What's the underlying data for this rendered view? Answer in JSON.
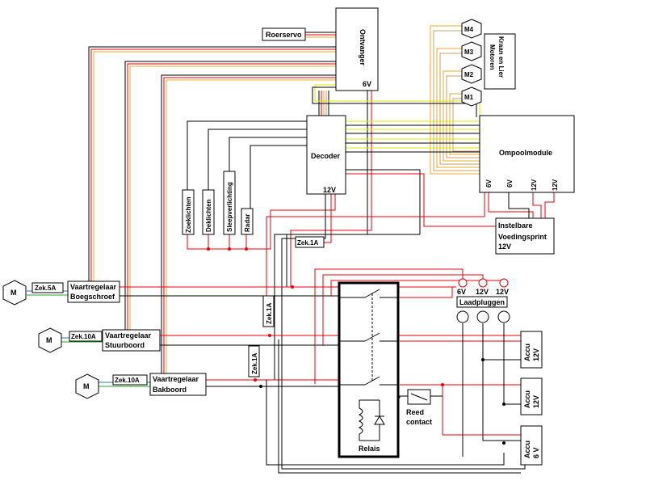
{
  "components": {
    "ontvanger": {
      "label": "Ontvanger",
      "voltage": "6V"
    },
    "roerservo": {
      "label": "Roerservo"
    },
    "decoder": {
      "label": "Decoder",
      "voltage": "12V"
    },
    "ompoolmodule": {
      "label": "Ompoolmodule",
      "outputs": [
        "6V",
        "6V",
        "12V",
        "12V"
      ]
    },
    "motors_top": [
      "M4",
      "M3",
      "M2",
      "M1"
    ],
    "kraan_label_1": "Kraan en Lier",
    "kraan_label_2": "Motoren",
    "voedingsprint": {
      "line1": "Instelbare",
      "line2": "Voedingsprint",
      "line3": "12V"
    },
    "lights": [
      "Zoeklichten",
      "Deklichten",
      "Sleepverlichting",
      "Radar"
    ],
    "fuses": {
      "decoder": "Zek.1A",
      "vert1": "Zek.1A",
      "vert2": "Zek.1A",
      "boegschroef": "Zek.5A",
      "stuurboord": "Zek.10A",
      "bakboord": "Zek.10A"
    },
    "motor_symbol": "M",
    "vaartregelaars": [
      {
        "line1": "Vaartregelaar",
        "line2": "Boegschroef"
      },
      {
        "line1": "Vaartregelaar",
        "line2": "Stuurboord"
      },
      {
        "line1": "Vaartregelaar",
        "line2": "Bakboord"
      }
    ],
    "laadpluggen": {
      "label": "Laadpluggen",
      "voltages": [
        "6V",
        "12V",
        "12V"
      ]
    },
    "accus": [
      {
        "label": "Accu",
        "voltage": "12V"
      },
      {
        "label": "Accu",
        "voltage": "12V"
      },
      {
        "label": "Accu",
        "voltage": "6 V"
      }
    ],
    "reed": {
      "line1": "Reed",
      "line2": "contact"
    },
    "relais": {
      "label": "Relais"
    }
  },
  "colors": {
    "red": "#e8000b",
    "orange": "#f5a623",
    "yellow": "#e6e600",
    "tan": "#c8a060",
    "black": "#000000",
    "green": "#2aa02a",
    "blue": "#3070c0"
  }
}
